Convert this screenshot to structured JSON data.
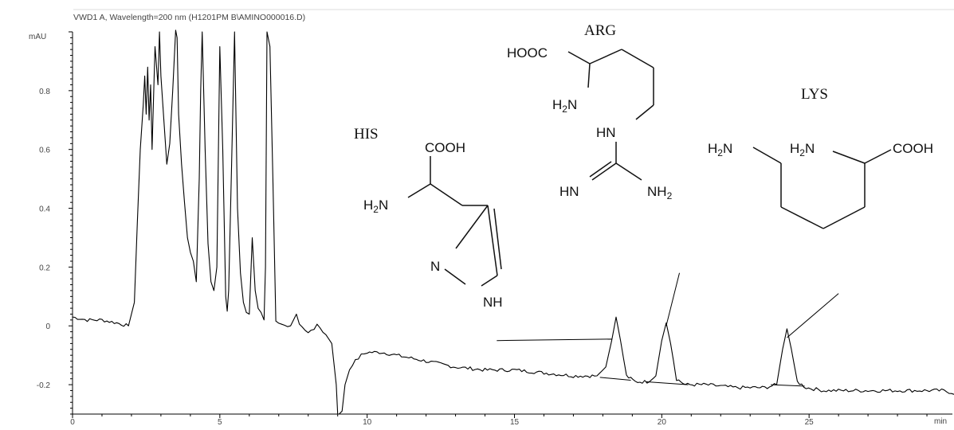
{
  "chart_data": {
    "type": "line",
    "title": "VWD1 A, Wavelength=200 nm (H1201PM B\\AMINO000016.D)",
    "ylabel": "mAU",
    "xlabel": "min",
    "xlim": [
      0,
      30
    ],
    "ylim": [
      -0.3,
      1.0
    ],
    "x_ticks": [
      0,
      5,
      10,
      15,
      20,
      25
    ],
    "x_tick_labels": [
      "0",
      "5",
      "10",
      "15",
      "20",
      "25"
    ],
    "y_ticks": [
      0.8,
      0.6,
      0.4,
      0.2,
      0,
      -0.2
    ],
    "y_tick_labels": [
      "0.8",
      "0.6",
      "0.4",
      "0.2",
      "0",
      "-0.2"
    ],
    "grid": false,
    "line_color": "#000000",
    "series": [
      {
        "x": [
          0,
          0.5,
          1.0,
          1.5,
          1.9,
          2.1,
          2.2,
          2.3,
          2.4,
          2.45,
          2.5,
          2.55,
          2.6,
          2.65,
          2.7,
          2.8,
          2.9,
          2.95,
          3.0,
          3.1,
          3.2,
          3.3,
          3.4,
          3.5,
          3.55,
          3.6,
          3.7,
          3.8,
          3.9,
          4.0,
          4.1,
          4.2,
          4.3,
          4.35,
          4.4,
          4.5,
          4.6,
          4.7,
          4.8,
          4.9,
          5.0,
          5.1,
          5.2,
          5.25,
          5.3,
          5.4,
          5.5,
          5.6,
          5.7,
          5.8,
          5.9,
          6.0,
          6.1,
          6.2,
          6.3,
          6.4,
          6.5,
          6.55,
          6.6,
          6.7,
          6.8,
          6.9,
          7.0,
          7.2,
          7.4,
          7.6,
          7.7,
          7.8,
          8.0,
          8.2,
          8.3,
          8.4,
          8.6,
          8.8,
          8.95,
          9.0,
          9.05,
          9.15,
          9.25,
          9.4,
          9.6,
          9.8,
          10.0,
          10.5,
          11.0,
          12.0,
          13.0,
          14.0,
          15.0,
          16.0,
          17.0,
          17.8,
          18.1,
          18.3,
          18.45,
          18.6,
          18.8,
          19.1,
          19.5,
          19.8,
          20.0,
          20.15,
          20.3,
          20.5,
          20.8,
          21.5,
          22.5,
          23.5,
          23.9,
          24.1,
          24.25,
          24.4,
          24.6,
          24.9,
          25.5,
          26.5,
          27.5,
          28.5,
          29.5,
          30.0
        ],
        "y": [
          0.03,
          0.02,
          0.02,
          0.01,
          0.0,
          0.08,
          0.35,
          0.6,
          0.75,
          0.85,
          0.72,
          0.88,
          0.7,
          0.82,
          0.6,
          0.95,
          0.82,
          1.0,
          0.85,
          0.7,
          0.55,
          0.62,
          0.8,
          1.0,
          0.98,
          0.72,
          0.55,
          0.42,
          0.3,
          0.25,
          0.22,
          0.15,
          0.5,
          0.8,
          1.0,
          0.6,
          0.28,
          0.15,
          0.12,
          0.2,
          0.95,
          0.6,
          0.1,
          0.05,
          0.12,
          0.55,
          1.0,
          0.4,
          0.18,
          0.08,
          0.05,
          0.04,
          0.3,
          0.12,
          0.06,
          0.04,
          0.02,
          0.2,
          1.0,
          0.95,
          0.5,
          0.02,
          0.01,
          0.0,
          0.0,
          0.04,
          0.01,
          -0.01,
          -0.02,
          -0.01,
          0.01,
          -0.01,
          -0.03,
          -0.06,
          -0.2,
          -0.3,
          -0.3,
          -0.29,
          -0.2,
          -0.15,
          -0.12,
          -0.1,
          -0.09,
          -0.09,
          -0.1,
          -0.12,
          -0.14,
          -0.15,
          -0.15,
          -0.16,
          -0.17,
          -0.17,
          -0.14,
          -0.05,
          0.03,
          -0.05,
          -0.17,
          -0.19,
          -0.19,
          -0.17,
          -0.05,
          0.01,
          -0.06,
          -0.18,
          -0.2,
          -0.2,
          -0.21,
          -0.21,
          -0.2,
          -0.08,
          -0.01,
          -0.08,
          -0.19,
          -0.21,
          -0.22,
          -0.22,
          -0.22,
          -0.22,
          -0.22,
          -0.23
        ]
      }
    ],
    "baselines": [
      {
        "x": [
          17.9,
          18.95
        ],
        "y": [
          -0.175,
          -0.185
        ]
      },
      {
        "x": [
          19.45,
          20.9
        ],
        "y": [
          -0.19,
          -0.2
        ]
      },
      {
        "x": [
          23.7,
          24.85
        ],
        "y": [
          -0.2,
          -0.205
        ]
      }
    ],
    "peak_leaders": [
      {
        "from": [
          14.4,
          -0.05
        ],
        "to": [
          18.3,
          -0.045
        ]
      },
      {
        "from": [
          20.6,
          0.18
        ],
        "to": [
          20.15,
          0.0
        ]
      },
      {
        "from": [
          26.0,
          0.11
        ],
        "to": [
          24.25,
          -0.04
        ]
      }
    ],
    "annotations": [
      {
        "name": "HIS",
        "label": "HIS"
      },
      {
        "name": "ARG",
        "label": "ARG"
      },
      {
        "name": "LYS",
        "label": "LYS"
      }
    ]
  },
  "structures": {
    "his": {
      "cooh": "COOH",
      "h2n": "H",
      "h2n_sub": "2",
      "h2n_n": "N",
      "ring_n": "N",
      "ring_nh": "NH"
    },
    "arg": {
      "hooc": "HOOC",
      "h2n": "H",
      "h2n_sub": "2",
      "h2n_n": "N",
      "hn_top": "HN",
      "hn_bottom": "HN",
      "nh2": "NH",
      "nh2_sub": "2"
    },
    "lys": {
      "h2n1": "H",
      "h2n1_sub": "2",
      "h2n1_n": "N",
      "h2n2": "H",
      "h2n2_sub": "2",
      "h2n2_n": "N",
      "cooh": "COOH"
    }
  }
}
